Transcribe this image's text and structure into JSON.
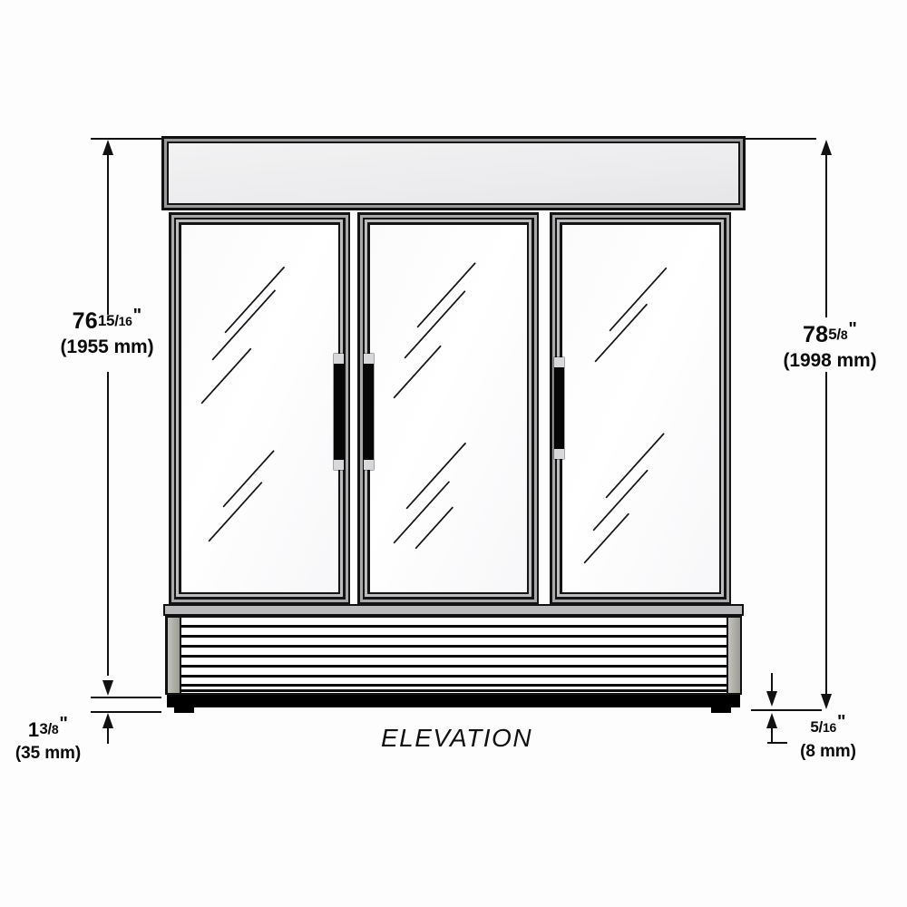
{
  "drawing": {
    "title": "ELEVATION",
    "subject": "three-door glass merchandiser refrigerator elevation view",
    "background_color": "#fdfdfd",
    "line_color": "#111111"
  },
  "dimensions": {
    "left_height": {
      "label": "overall-cabinet-height-to-top-of-doors",
      "whole": "76",
      "fraction_numerator": "15",
      "fraction_denominator": "16",
      "unit_mark": "\"",
      "metric": "(1955 mm)"
    },
    "right_height": {
      "label": "overall-height-including-canopy",
      "whole": "78",
      "fraction_numerator": "5",
      "fraction_denominator": "8",
      "unit_mark": "\"",
      "metric": "(1998 mm)"
    },
    "bottom_left": {
      "label": "leg-height",
      "whole": "1",
      "fraction_numerator": "3",
      "fraction_denominator": "8",
      "unit_mark": "\"",
      "metric": "(35 mm)"
    },
    "bottom_right": {
      "label": "floor-clearance",
      "whole": "",
      "fraction_numerator": "5",
      "fraction_denominator": "16",
      "unit_mark": "\"",
      "metric": "(8 mm)"
    }
  },
  "cabinet": {
    "header_panel": {
      "name": "canopy-sign-panel"
    },
    "doors": [
      {
        "name": "left-glass-door",
        "handle_side": "right"
      },
      {
        "name": "center-glass-door",
        "handle_side": "left"
      },
      {
        "name": "right-glass-door",
        "handle_side": "left"
      }
    ],
    "base": {
      "name": "louvered-base-grille",
      "louver_count": 8
    }
  }
}
